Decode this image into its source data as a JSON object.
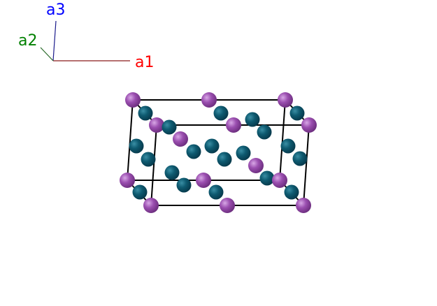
{
  "axes": {
    "a1": {
      "label": "a1",
      "color": "#ff0000",
      "line_color": "#8b1a1a"
    },
    "a2": {
      "label": "a2",
      "color": "#008000",
      "line_color": "#2a6a2a"
    },
    "a3": {
      "label": "a3",
      "color": "#0000ff",
      "line_color": "#1a1a8b"
    }
  },
  "atoms": {
    "purple_color": "#9b4fb0",
    "teal_color": "#0e5a70"
  }
}
